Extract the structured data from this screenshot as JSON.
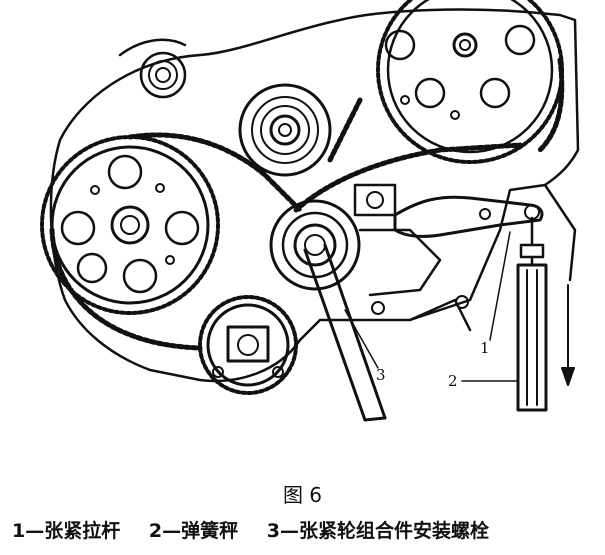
{
  "callouts": {
    "label_1": "1",
    "label_2": "2",
    "label_3": "3"
  },
  "figure": {
    "title": "图 6"
  },
  "legend": {
    "items": [
      "1—张紧拉杆",
      "2—弹簧秤",
      "3—张紧轮组合件安装螺栓"
    ]
  }
}
